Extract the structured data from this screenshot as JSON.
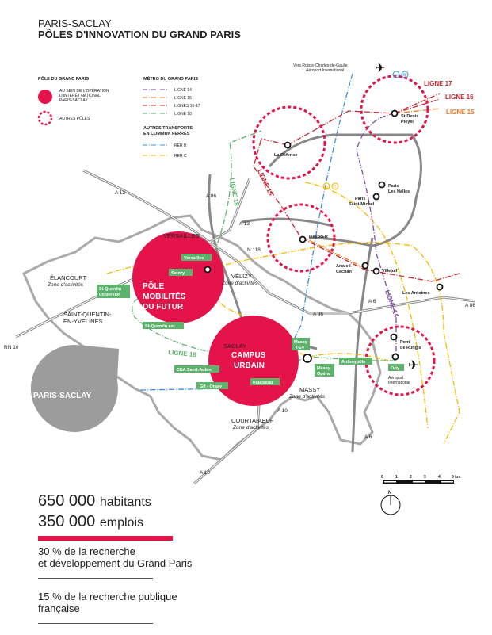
{
  "header": {
    "title": "PARIS-SACLAY",
    "subtitle": "PÔLES D'INNOVATION DU GRAND PARIS"
  },
  "legend": {
    "poles_title": "PÔLE DU GRAND PARIS",
    "pole_oin": [
      "AU SEIN DE L'OPÉRATION",
      "D'INTÉRÊT NATIONAL",
      "PARIS-SACLAY"
    ],
    "pole_other": "AUTRES PÔLES",
    "metro_title": "MÉTRO DU GRAND PARIS",
    "metro": [
      {
        "label": "LIGNE 14",
        "color": "#7b4ea3"
      },
      {
        "label": "LIGNE 15",
        "color": "#f07a22"
      },
      {
        "label": "LIGNES 16-17",
        "color": "#c8242b"
      },
      {
        "label": "LIGNE 18",
        "color": "#5db36b"
      }
    ],
    "other_title": [
      "AUTRES TRANSPORTS",
      "EN COMMUN FERRÉS"
    ],
    "other": [
      {
        "label": "RER B",
        "color": "#3b8fd9"
      },
      {
        "label": "RER C",
        "color": "#f5b800"
      }
    ]
  },
  "colors": {
    "pole": "#e4144b",
    "gray": "#9c9c9c"
  },
  "map": {
    "airport_cdg": [
      "Vers Roissy-Charles-de-Gaulle",
      "Aéroport International"
    ],
    "lines_out": [
      "LIGNE 17",
      "LIGNE 16",
      "LIGNE 15"
    ],
    "line18": "LIGNE 18",
    "line18b": "LIGNE 18",
    "line15": "LIGNE 15",
    "line14": "LIGNE 14",
    "poles": {
      "mobilites": [
        "PÔLE",
        "MOBILITÉS",
        "DU FUTUR"
      ],
      "campus": [
        "CAMPUS",
        "URBAIN"
      ],
      "saclay_city": "SACLAY",
      "paris_saclay": "PARIS-SACLAY"
    },
    "stations": {
      "la_defense": "La Défense",
      "st_denis": [
        "St-Denis",
        "Pleyel"
      ],
      "les_halles": [
        "Paris",
        "Les Halles"
      ],
      "st_michel": [
        "Paris",
        "Saint-Michel"
      ],
      "issy": "Issy RER",
      "arcueil": [
        "Arcueil-",
        "Cachan"
      ],
      "villejuif": "Villejuif",
      "ardoines": "Les Ardoines",
      "pont_rungis": [
        "Pont",
        "de Rungis"
      ],
      "orly_airport": [
        "Aéroport",
        "International"
      ]
    },
    "green_stations": {
      "versailles": "Versailles",
      "satory": "Satory",
      "sq_univ": [
        "St-Quentin",
        "université"
      ],
      "sq_est": "St-Quentin est",
      "cea": "CEA Saint-Aubin",
      "gif": "Gif - Orsay",
      "palaiseau": "Palaiseau",
      "massy_tgv": [
        "Massy",
        "TGV"
      ],
      "massy_opera": [
        "Massy",
        "Opéra"
      ],
      "antonypole": "Antonypôle",
      "orly": "Orly"
    },
    "cities": {
      "versailles": "VERSAILLES",
      "elancourt": "ÉLANCOURT",
      "sqy": [
        "SAINT-QUENTIN-",
        "EN-YVELINES"
      ],
      "velizy": "VÉLIZY",
      "massy": "MASSY",
      "courtaboeuf": "COURTABŒUF",
      "zone": "Zone d'activités"
    },
    "roads": {
      "a12": "A 12",
      "a86a": "A 86",
      "a13": "A 13",
      "n118": "N 118",
      "a86b": "A 86",
      "a86c": "A 86",
      "a6a": "A 6",
      "a6b": "A 6",
      "a10a": "A 10",
      "a10b": "A 10",
      "rn10": "RN 10"
    },
    "rer": {
      "rer": "RER",
      "b": "B",
      "c": "C"
    },
    "scale": {
      "ticks": [
        "0",
        "1",
        "2",
        "3",
        "4",
        "5 km"
      ]
    },
    "north": "N"
  },
  "stats": {
    "habitants_num": "650 000",
    "habitants_label": "habitants",
    "emplois_num": "350 000",
    "emplois_label": "emplois",
    "research1": [
      "30 % de la recherche",
      "et développement du Grand Paris"
    ],
    "research2": [
      "15 % de la recherche publique",
      "française"
    ]
  }
}
